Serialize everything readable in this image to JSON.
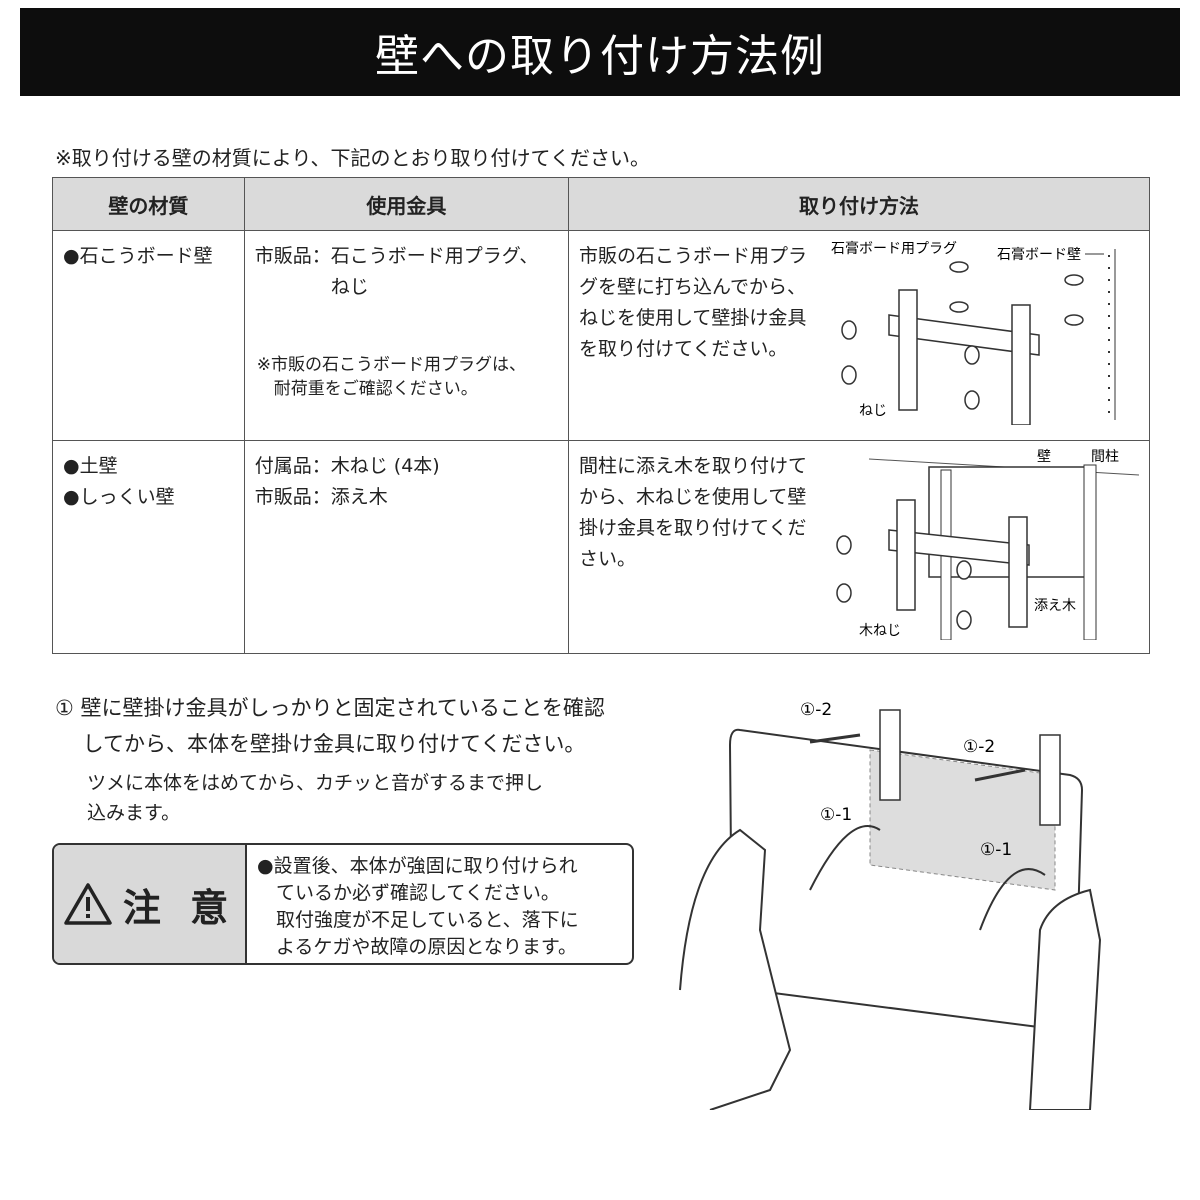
{
  "title": "壁への取り付け方法例",
  "note": "※取り付ける壁の材質により、下記のとおり取り付けてください。",
  "table": {
    "headers": [
      "壁の材質",
      "使用金具",
      "取り付け方法"
    ],
    "rows": [
      {
        "material": [
          "●石こうボード壁"
        ],
        "hardware": [
          "市販品：石こうボード用プラグ、",
          "　　　　ねじ"
        ],
        "hardware_note": [
          "※市販の石こうボード用プラグは、",
          "　耐荷重をご確認ください。"
        ],
        "method": "市販の石こうボード用プラグを壁に打ち込んでから、ねじを使用して壁掛け金具を取り付けてください。",
        "labels": {
          "plug": "石膏ボード用プラグ",
          "wall": "石膏ボード壁",
          "screw": "ねじ"
        }
      },
      {
        "material": [
          "●土壁",
          "●しっくい壁"
        ],
        "hardware": [
          "付属品：木ねじ (4本)",
          "市販品：添え木"
        ],
        "method": "間柱に添え木を取り付けてから、木ねじを使用して壁掛け金具を取り付けてください。",
        "labels": {
          "wall": "壁",
          "stud": "間柱",
          "splint": "添え木",
          "screw": "木ねじ"
        }
      }
    ]
  },
  "step": {
    "line1": "① 壁に壁掛け金具がしっかりと固定されていることを確認",
    "line2": "　 してから、本体を壁掛け金具に取り付けてください。",
    "sub1": "ツメに本体をはめてから、カチッと音がするまで押し",
    "sub2": "込みます。"
  },
  "caution": {
    "label": "注 意",
    "lines": [
      "●設置後、本体が強固に取り付けられ",
      "　ているか必ず確認してください。",
      "　取付強度が不足していると、落下に",
      "　よるケガや故障の原因となります。"
    ]
  },
  "figure": {
    "a": "①-2",
    "b": "①-2",
    "c": "①-1",
    "d": "①-1"
  }
}
